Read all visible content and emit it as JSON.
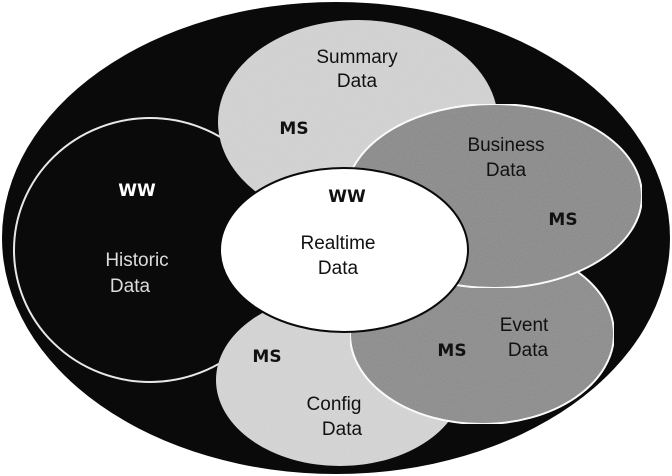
{
  "diagram": {
    "outer": {
      "label": ""
    },
    "historic": {
      "line1": "Historic",
      "line2": "Data",
      "tag": "WW"
    },
    "summary": {
      "line1": "Summary",
      "line2": "Data",
      "tag": "MS"
    },
    "business": {
      "line1": "Business",
      "line2": "Data",
      "tag": "MS"
    },
    "event": {
      "line1": "Event",
      "line2": "Data",
      "tag": "MS"
    },
    "config": {
      "line1": "Config",
      "line2": "Data",
      "tag": "MS"
    },
    "realtime": {
      "line1": "Realtime",
      "line2": "Data",
      "tag": "WW"
    }
  },
  "colors": {
    "outer": "#0a0a0a",
    "historic_fill": "#0a0a0a",
    "historic_stroke": "#e8e8e8",
    "light_ellipse": "#d4d4d4",
    "dark_ellipse": "#8a8a8a",
    "realtime": "#ffffff"
  }
}
